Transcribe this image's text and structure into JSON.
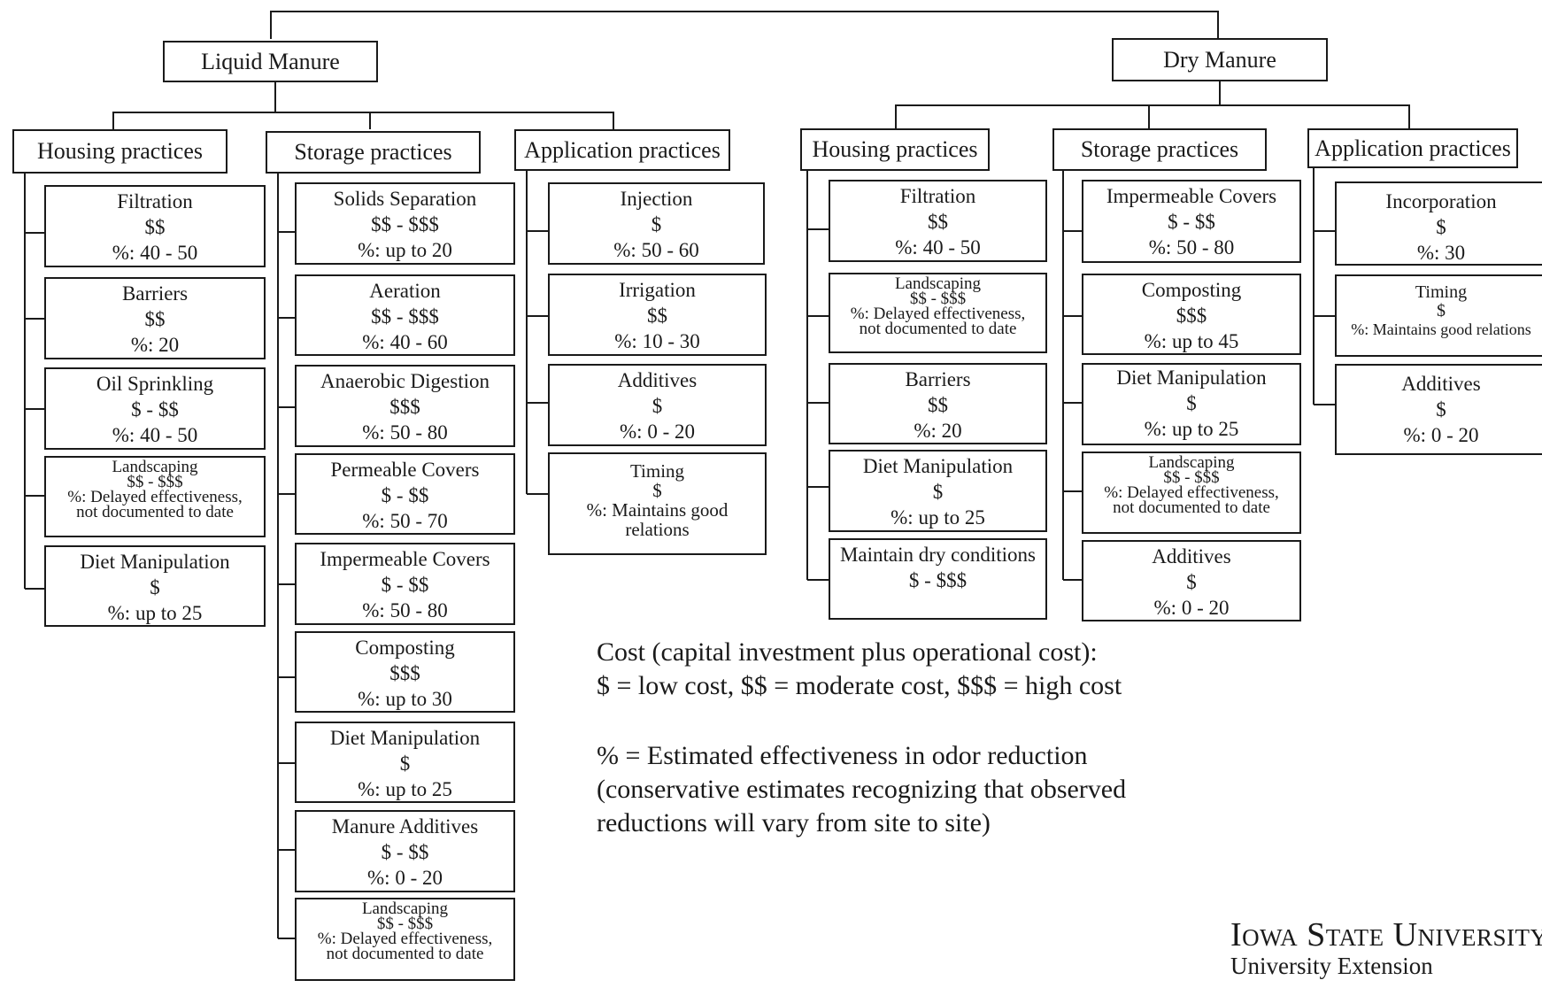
{
  "root": {
    "liquid": {
      "title": "Liquid Manure",
      "housing": {
        "title": "Housing practices",
        "items": [
          {
            "lines": [
              "Filtration",
              "$$",
              "%: 40 - 50"
            ]
          },
          {
            "lines": [
              "Barriers",
              "$$",
              "%: 20"
            ]
          },
          {
            "lines": [
              "Oil Sprinkling",
              "$ - $$",
              "%: 40 - 50"
            ]
          },
          {
            "lines": [
              "Landscaping",
              "$$ - $$$",
              "%: Delayed effectiveness,",
              "not documented to date"
            ]
          },
          {
            "lines": [
              "Diet Manipulation",
              "$",
              "%: up to 25"
            ]
          }
        ]
      },
      "storage": {
        "title": "Storage practices",
        "items": [
          {
            "lines": [
              "Solids Separation",
              "$$ - $$$",
              "%: up to 20"
            ]
          },
          {
            "lines": [
              "Aeration",
              "$$ - $$$",
              "%: 40 - 60"
            ]
          },
          {
            "lines": [
              "Anaerobic Digestion",
              "$$$",
              "%: 50 - 80"
            ]
          },
          {
            "lines": [
              "Permeable Covers",
              "$ - $$",
              "%: 50 - 70"
            ]
          },
          {
            "lines": [
              "Impermeable Covers",
              "$ - $$",
              "%: 50 - 80"
            ]
          },
          {
            "lines": [
              "Composting",
              "$$$",
              "%: up to 30"
            ]
          },
          {
            "lines": [
              "Diet Manipulation",
              "$",
              "%: up to 25"
            ]
          },
          {
            "lines": [
              "Manure Additives",
              "$ - $$",
              "%: 0 - 20"
            ]
          },
          {
            "lines": [
              "Landscaping",
              "$$ - $$$",
              "%: Delayed effectiveness,",
              "not documented to date"
            ]
          }
        ]
      },
      "application": {
        "title": "Application practices",
        "items": [
          {
            "lines": [
              "Injection",
              "$",
              "%: 50 - 60"
            ]
          },
          {
            "lines": [
              "Irrigation",
              "$$",
              "%: 10 - 30"
            ]
          },
          {
            "lines": [
              "Additives",
              "$",
              "%: 0 - 20"
            ]
          },
          {
            "lines": [
              "Timing",
              "$",
              "%: Maintains good",
              "relations"
            ]
          }
        ]
      }
    },
    "dry": {
      "title": "Dry Manure",
      "housing": {
        "title": "Housing practices",
        "items": [
          {
            "lines": [
              "Filtration",
              "$$",
              "%: 40 - 50"
            ]
          },
          {
            "lines": [
              "Landscaping",
              "$$ - $$$",
              "%: Delayed effectiveness,",
              "not documented to date"
            ]
          },
          {
            "lines": [
              "Barriers",
              "$$",
              "%: 20"
            ]
          },
          {
            "lines": [
              "Diet Manipulation",
              "$",
              "%: up to 25"
            ]
          },
          {
            "lines": [
              "Maintain dry conditions",
              "$ - $$$"
            ]
          }
        ]
      },
      "storage": {
        "title": "Storage practices",
        "items": [
          {
            "lines": [
              "Impermeable Covers",
              "$ - $$",
              "%: 50 - 80"
            ]
          },
          {
            "lines": [
              "Composting",
              "$$$",
              "%: up to 45"
            ]
          },
          {
            "lines": [
              "Diet Manipulation",
              "$",
              "%: up to 25"
            ]
          },
          {
            "lines": [
              "Landscaping",
              "$$ - $$$",
              "%: Delayed effectiveness,",
              "not documented to date"
            ]
          },
          {
            "lines": [
              "Additives",
              "$",
              "%: 0 - 20"
            ]
          }
        ]
      },
      "application": {
        "title": "Application practices",
        "items": [
          {
            "lines": [
              "Incorporation",
              "$",
              "%: 30"
            ]
          },
          {
            "lines": [
              "Timing",
              "$",
              "%: Maintains good relations"
            ]
          },
          {
            "lines": [
              "Additives",
              "$",
              "%: 0 - 20"
            ]
          }
        ]
      }
    }
  },
  "legend": {
    "cost_line1": "Cost (capital investment plus operational cost):",
    "cost_line2": "$ = low cost, $$ = moderate cost, $$$ = high cost",
    "pct_line1": "% = Estimated effectiveness in odor reduction",
    "pct_line2": "(conservative estimates recognizing that observed",
    "pct_line3": "reductions will vary from site to site)"
  },
  "logo": {
    "main": "Iowa State University",
    "sub": "University Extension"
  }
}
